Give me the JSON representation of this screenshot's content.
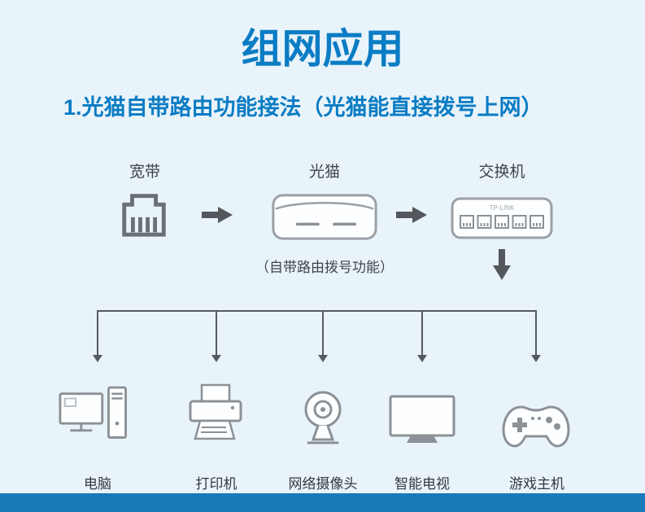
{
  "title": "组网应用",
  "section": {
    "heading": "1.光猫自带路由功能接法（光猫能直接拨号上网）"
  },
  "flow": {
    "broadband": {
      "label": "宽带",
      "icon": "rj45-port-icon"
    },
    "modem": {
      "label": "光猫",
      "note": "（自带路由拨号功能）",
      "icon": "modem-icon"
    },
    "switch": {
      "label": "交换机",
      "brand": "TP-LINK",
      "icon": "switch-icon"
    }
  },
  "devices": [
    {
      "label": "电脑",
      "icon": "desktop-computer-icon"
    },
    {
      "label": "打印机",
      "icon": "printer-icon"
    },
    {
      "label": "网络摄像头",
      "icon": "webcam-icon"
    },
    {
      "label": "智能电视",
      "icon": "smart-tv-icon"
    },
    {
      "label": "游戏主机",
      "icon": "game-controller-icon"
    }
  ],
  "colors": {
    "accent_blue": "#0a7cc4",
    "background": "#e9f3fa",
    "footer_bar": "#1a79b9",
    "icon_gray": "#8b9196",
    "arrow_gray": "#54585c"
  }
}
